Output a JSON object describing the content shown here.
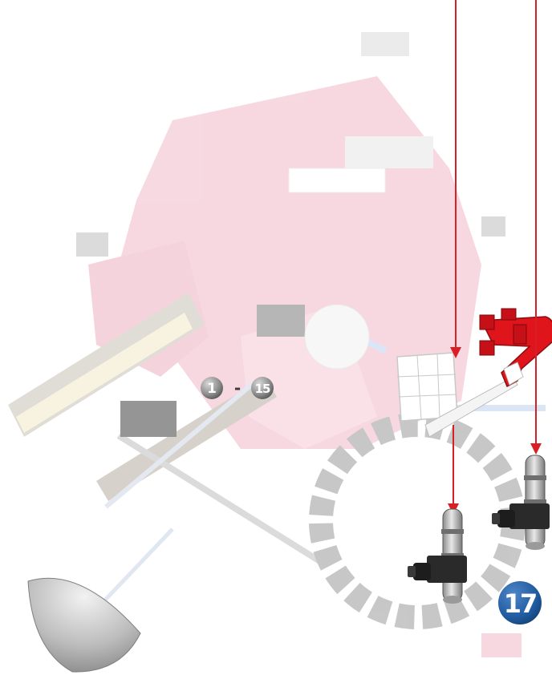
{
  "range_label": {
    "start": "1",
    "separator": "-",
    "end": "15"
  },
  "step_badge": {
    "number": "17"
  },
  "colors": {
    "connector_red": "#e0141b",
    "arrow_red": "#d91e25",
    "badge_blue": "#1f5a9e",
    "faded_pink": "#f3c6d2",
    "rod_gray": "#c9c9c9",
    "dark_part": "#2a2a2a"
  },
  "icons": {
    "range_start_badge": "gray-circle-badge",
    "range_end_badge": "gray-circle-badge",
    "step_badge": "blue-circle-badge",
    "arrows": "down-arrow"
  }
}
